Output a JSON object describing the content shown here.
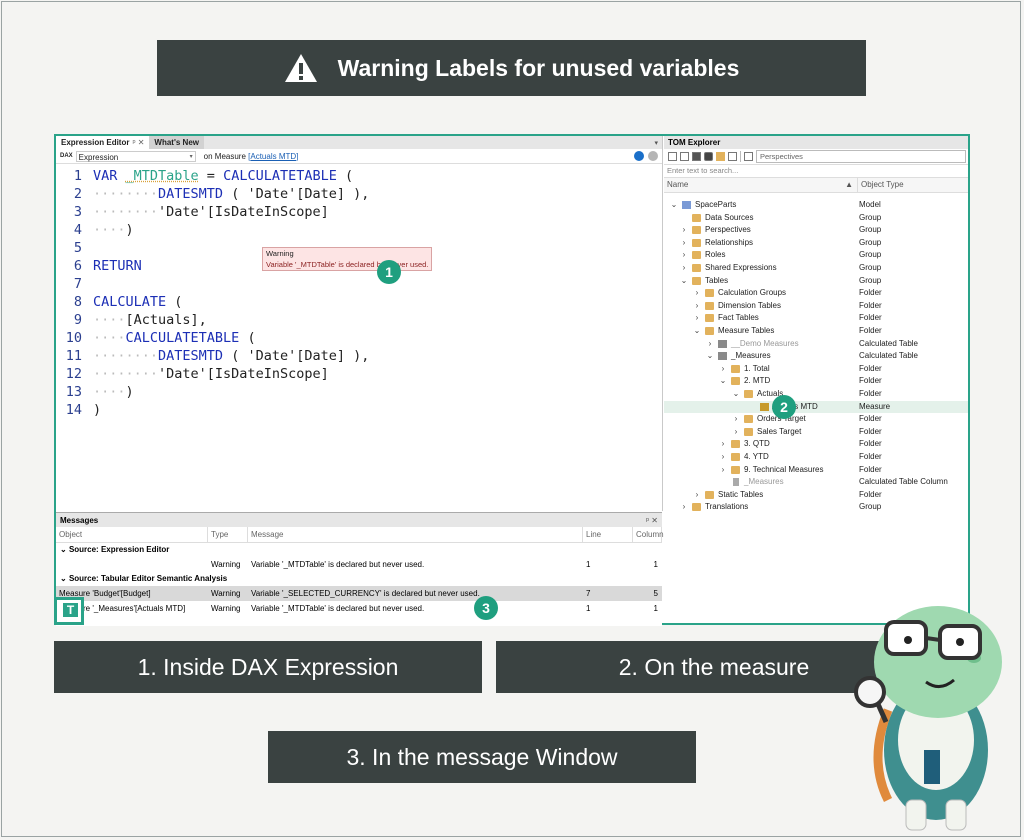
{
  "banner": {
    "icon": "warning-triangle-icon",
    "title": "Warning Labels for unused variables"
  },
  "editor": {
    "tab_active": "Expression Editor",
    "tab_inactive": "What's New",
    "dropdown_value": "Expression",
    "dax_label": "DAX",
    "on_measure_prefix": "on Measure ",
    "on_measure_link": "[Actuals MTD]",
    "line_numbers": [
      "1",
      "2",
      "3",
      "4",
      "5",
      "6",
      "7",
      "8",
      "9",
      "10",
      "11",
      "12",
      "13",
      "14"
    ],
    "tooltip_title": "Warning",
    "tooltip_text": "Variable '_MTDTable' is declared but never used."
  },
  "code": {
    "l1_kw": "VAR ",
    "l1_var": "_MTDTable",
    "l1_rest": " = ",
    "l1_fn": "CALCULATETABLE",
    "l1_tail": " (",
    "l2_fn": "DATESMTD",
    "l2_tail": " ( 'Date'[Date] ),",
    "l3": "'Date'[IsDateInScope]",
    "l4": ")",
    "l6": "RETURN",
    "l8_fn": "CALCULATE",
    "l8_tail": " (",
    "l9": "[Actuals],",
    "l10_fn": "CALCULATETABLE",
    "l10_tail": " (",
    "l11_fn": "DATESMTD",
    "l11_tail": " ( 'Date'[Date] ),",
    "l12": "'Date'[IsDateInScope]",
    "l13": ")",
    "l14": ")"
  },
  "badges": {
    "b1": "1",
    "b2": "2",
    "b3": "3"
  },
  "messages": {
    "title": "Messages",
    "controls": "ᵖ ✕",
    "columns": {
      "object": "Object",
      "type": "Type",
      "message": "Message",
      "line": "Line",
      "column": "Column"
    },
    "group1": "Source: Expression Editor",
    "group2": "Source: Tabular Editor Semantic Analysis",
    "rows": [
      {
        "object": "",
        "type": "Warning",
        "message": "Variable '_MTDTable' is declared but never used.",
        "line": "1",
        "column": "1"
      },
      {
        "object": "Measure 'Budget'[Budget]",
        "type": "Warning",
        "message": "Variable '_SELECTED_CURRENCY' is declared but never used.",
        "line": "7",
        "column": "5"
      },
      {
        "object": "Measure '_Measures'[Actuals MTD]",
        "type": "Warning",
        "message": "Variable '_MTDTable' is declared but never used.",
        "line": "1",
        "column": "1"
      }
    ]
  },
  "tom": {
    "title": "TOM Explorer",
    "perspectives_placeholder": "Perspectives",
    "search_placeholder": "Enter text to search...",
    "col_name": "Name",
    "col_type": "Object Type",
    "items": [
      {
        "name": "SpaceParts",
        "type": "Model"
      },
      {
        "name": "Data Sources",
        "type": "Group"
      },
      {
        "name": "Perspectives",
        "type": "Group"
      },
      {
        "name": "Relationships",
        "type": "Group"
      },
      {
        "name": "Roles",
        "type": "Group"
      },
      {
        "name": "Shared Expressions",
        "type": "Group"
      },
      {
        "name": "Tables",
        "type": "Group"
      },
      {
        "name": "Calculation Groups",
        "type": "Folder"
      },
      {
        "name": "Dimension Tables",
        "type": "Folder"
      },
      {
        "name": "Fact Tables",
        "type": "Folder"
      },
      {
        "name": "Measure Tables",
        "type": "Folder"
      },
      {
        "name": "__Demo Measures",
        "type": "Calculated Table"
      },
      {
        "name": "_Measures",
        "type": "Calculated Table"
      },
      {
        "name": "1. Total",
        "type": "Folder"
      },
      {
        "name": "2. MTD",
        "type": "Folder"
      },
      {
        "name": "Actuals",
        "type": "Folder"
      },
      {
        "name": "Actuals MTD",
        "type": "Measure"
      },
      {
        "name": "Orders Target",
        "type": "Folder"
      },
      {
        "name": "Sales Target",
        "type": "Folder"
      },
      {
        "name": "3. QTD",
        "type": "Folder"
      },
      {
        "name": "4. YTD",
        "type": "Folder"
      },
      {
        "name": "9. Technical Measures",
        "type": "Folder"
      },
      {
        "name": "_Measures",
        "type": "Calculated Table Column"
      },
      {
        "name": "Static Tables",
        "type": "Folder"
      },
      {
        "name": "Translations",
        "type": "Group"
      }
    ]
  },
  "captions": {
    "c1": "1. Inside DAX Expression",
    "c2": "2. On the measure",
    "c3": "3. In the message Window"
  },
  "colors": {
    "accent": "#2aa389",
    "badge": "#1f9f7f",
    "dark": "#3a4241"
  }
}
